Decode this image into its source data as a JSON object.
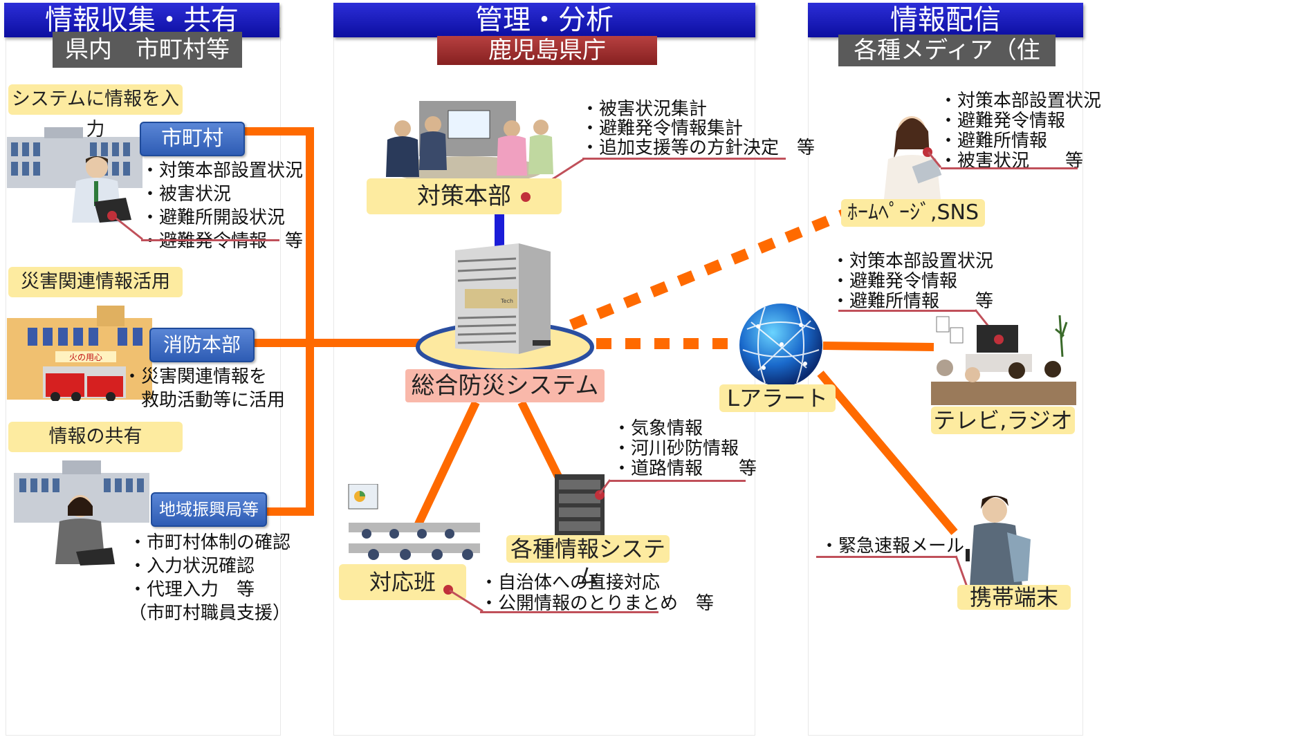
{
  "sections": {
    "left": {
      "title": "情報収集・共有",
      "subtitle": "県内　市町村等"
    },
    "center": {
      "title": "管理・分析",
      "subtitle": "鹿児島県庁"
    },
    "right": {
      "title": "情報配信",
      "subtitle": "各種メディア（住民）"
    }
  },
  "left": {
    "input_label": "システムに情報を入力",
    "municipality": {
      "label": "市町村",
      "items": [
        "・対策本部設置状況",
        "・被害状況",
        "・避難所開設状況",
        "・避難発令情報　等"
      ]
    },
    "disaster_label": "災害関連情報活用",
    "fire": {
      "label": "消防本部",
      "items": [
        "・災害関連情報を",
        "　救助活動等に活用"
      ]
    },
    "share_label": "情報の共有",
    "regional": {
      "label": "地域振興局等",
      "items": [
        "・市町村体制の確認",
        "・入力状況確認",
        "・代理入力　等",
        "（市町村職員支援）"
      ]
    },
    "fire_sign": "火の用心"
  },
  "center": {
    "hq": {
      "label": "対策本部",
      "items": [
        "・被害状況集計",
        "・避難発令情報集計",
        "・追加支援等の方針決定　等"
      ]
    },
    "system": "総合防災システム",
    "server_brand": "Tech",
    "response": {
      "label": "対応班",
      "items": [
        "・自治体への直接対応",
        "・公開情報のとりまとめ　等"
      ]
    },
    "info_systems": {
      "label": "各種情報システム",
      "items": [
        "・気象情報",
        "・河川砂防情報",
        "・道路情報　　等"
      ]
    }
  },
  "right": {
    "lalert": "Lアラート",
    "web": {
      "label": "ﾎｰﾑﾍﾟｰｼﾞ,SNS",
      "items": [
        "・対策本部設置状況",
        "・避難発令情報",
        "・避難所情報",
        "・被害状況　　等"
      ]
    },
    "tv": {
      "label": "テレビ,ラジオ",
      "items": [
        "・対策本部設置状況",
        "・避難発令情報",
        "・避難所情報　　等"
      ]
    },
    "mobile": {
      "label": "携帯端末",
      "items": [
        "・緊急速報メール"
      ]
    }
  },
  "colors": {
    "accent_line": "#ff6a00",
    "header": "#1a1cc0",
    "label_yellow": "#fdeba0",
    "blue_box": "#3d6cc4",
    "pink_box": "#f9b8aa"
  }
}
